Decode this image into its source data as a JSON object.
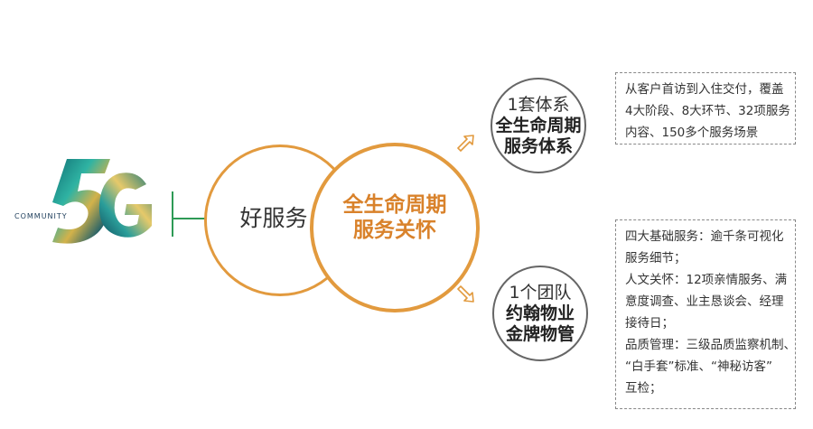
{
  "logo": {
    "word": "COMMUNITY",
    "mark": "5G"
  },
  "left_circle": {
    "label": "好服务"
  },
  "center_circle": {
    "line1": "全生命周期",
    "line2": "服务关怀"
  },
  "top_node": {
    "light": "1套体系",
    "bold1": "全生命周期",
    "bold2": "服务体系"
  },
  "bottom_node": {
    "light": "1个团队",
    "bold1": "约翰物业",
    "bold2": "金牌物管"
  },
  "top_box": {
    "lines": [
      "从客户首访到入住交付，覆盖",
      "4大阶段、8大环节、32项服务",
      "内容、150多个服务场景"
    ]
  },
  "bottom_box": {
    "lines": [
      "四大基础服务：逾千条可视化",
      "服务细节；",
      "人文关怀：12项亲情服务、满",
      "意度调查、业主恳谈会、经理",
      "接待日；",
      "品质管理：三级品质监察机制、",
      "“白手套”标准、“神秘访客”",
      "互检；"
    ]
  },
  "colors": {
    "accent": "#e29a3e",
    "accent_text": "#d9822b",
    "green": "#2e9a55",
    "teal": "#1a8c8c",
    "gold": "#c9a23a"
  }
}
